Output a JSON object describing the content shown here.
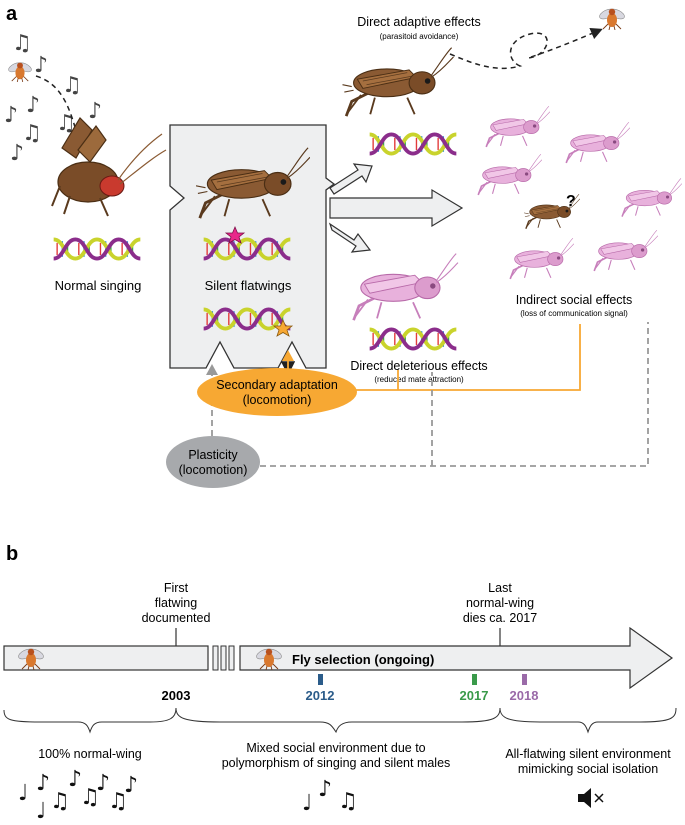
{
  "panel_a": {
    "label": "a",
    "normal_singing": "Normal singing",
    "silent_flatwings": "Silent flatwings",
    "direct_adaptive_title": "Direct adaptive effects",
    "direct_adaptive_sub": "(parasitoid avoidance)",
    "direct_deleterious_title": "Direct deleterious effects",
    "direct_deleterious_sub": "(reduced mate attraction)",
    "indirect_title": "Indirect social effects",
    "indirect_sub": "(loss of communication signal)",
    "question_mark": "?",
    "secondary_line1": "Secondary adaptation",
    "secondary_line2": "(locomotion)",
    "plasticity_line1": "Plasticity",
    "plasticity_line2": "(locomotion)",
    "colors": {
      "secondary_fill": "#f7a833",
      "plasticity_fill": "#a7a9ac",
      "box_fill": "#eeeff0",
      "dna_purple": "#8b2d8b",
      "dna_yellow": "#c9d32c",
      "cricket_brown": "#8a5a33",
      "pink_cricket": "#e3a3d6"
    }
  },
  "panel_b": {
    "label": "b",
    "first_line1": "First",
    "first_line2": "flatwing",
    "first_line3": "documented",
    "last_line1": "Last",
    "last_line2": "normal-wing",
    "last_line3": "dies ca. 2017",
    "fly_selection": "Fly selection (ongoing)",
    "year_2003": "2003",
    "year_2012": "2012",
    "year_2017": "2017",
    "year_2018": "2018",
    "normal_wing": "100% normal-wing",
    "mixed_line1": "Mixed social environment due to",
    "mixed_line2": "polymorphism of singing and silent males",
    "all_flat_line1": "All-flatwing silent environment",
    "all_flat_line2": "mimicking social isolation",
    "colors": {
      "year_2012": "#2b5c8a",
      "year_2017": "#3a9a4a",
      "year_2018": "#9a6aa8",
      "arrow_fill": "#eeeff0"
    }
  }
}
